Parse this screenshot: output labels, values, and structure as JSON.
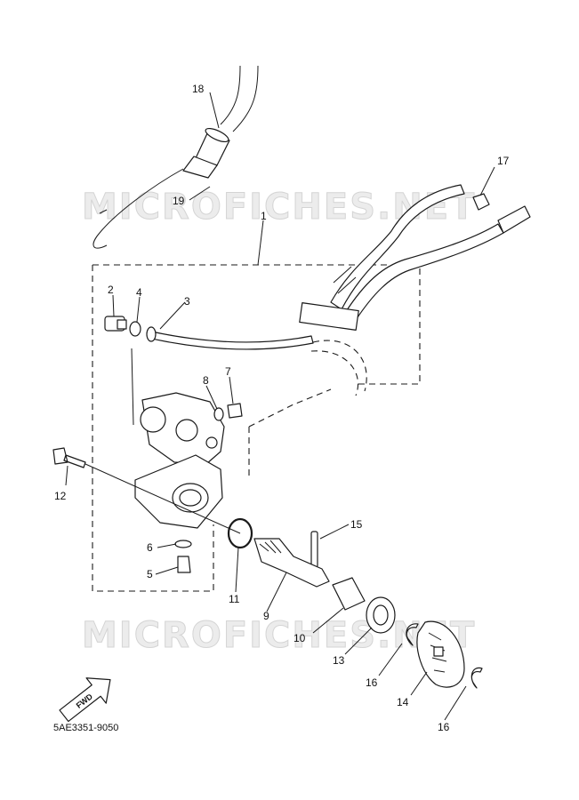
{
  "watermark": "MICROFICHES.NET",
  "diagram_code": "5AE3351-9050",
  "fwd_label": "FWD",
  "callouts": {
    "c1": "1",
    "c2": "2",
    "c3": "3",
    "c4": "4",
    "c5": "5",
    "c6": "6",
    "c7": "7",
    "c8": "8",
    "c9": "9",
    "c10": "10",
    "c11": "11",
    "c12": "12",
    "c13": "13",
    "c14": "14",
    "c15": "15",
    "c16a": "16",
    "c16b": "16",
    "c17": "17",
    "c18": "18",
    "c19": "19"
  }
}
